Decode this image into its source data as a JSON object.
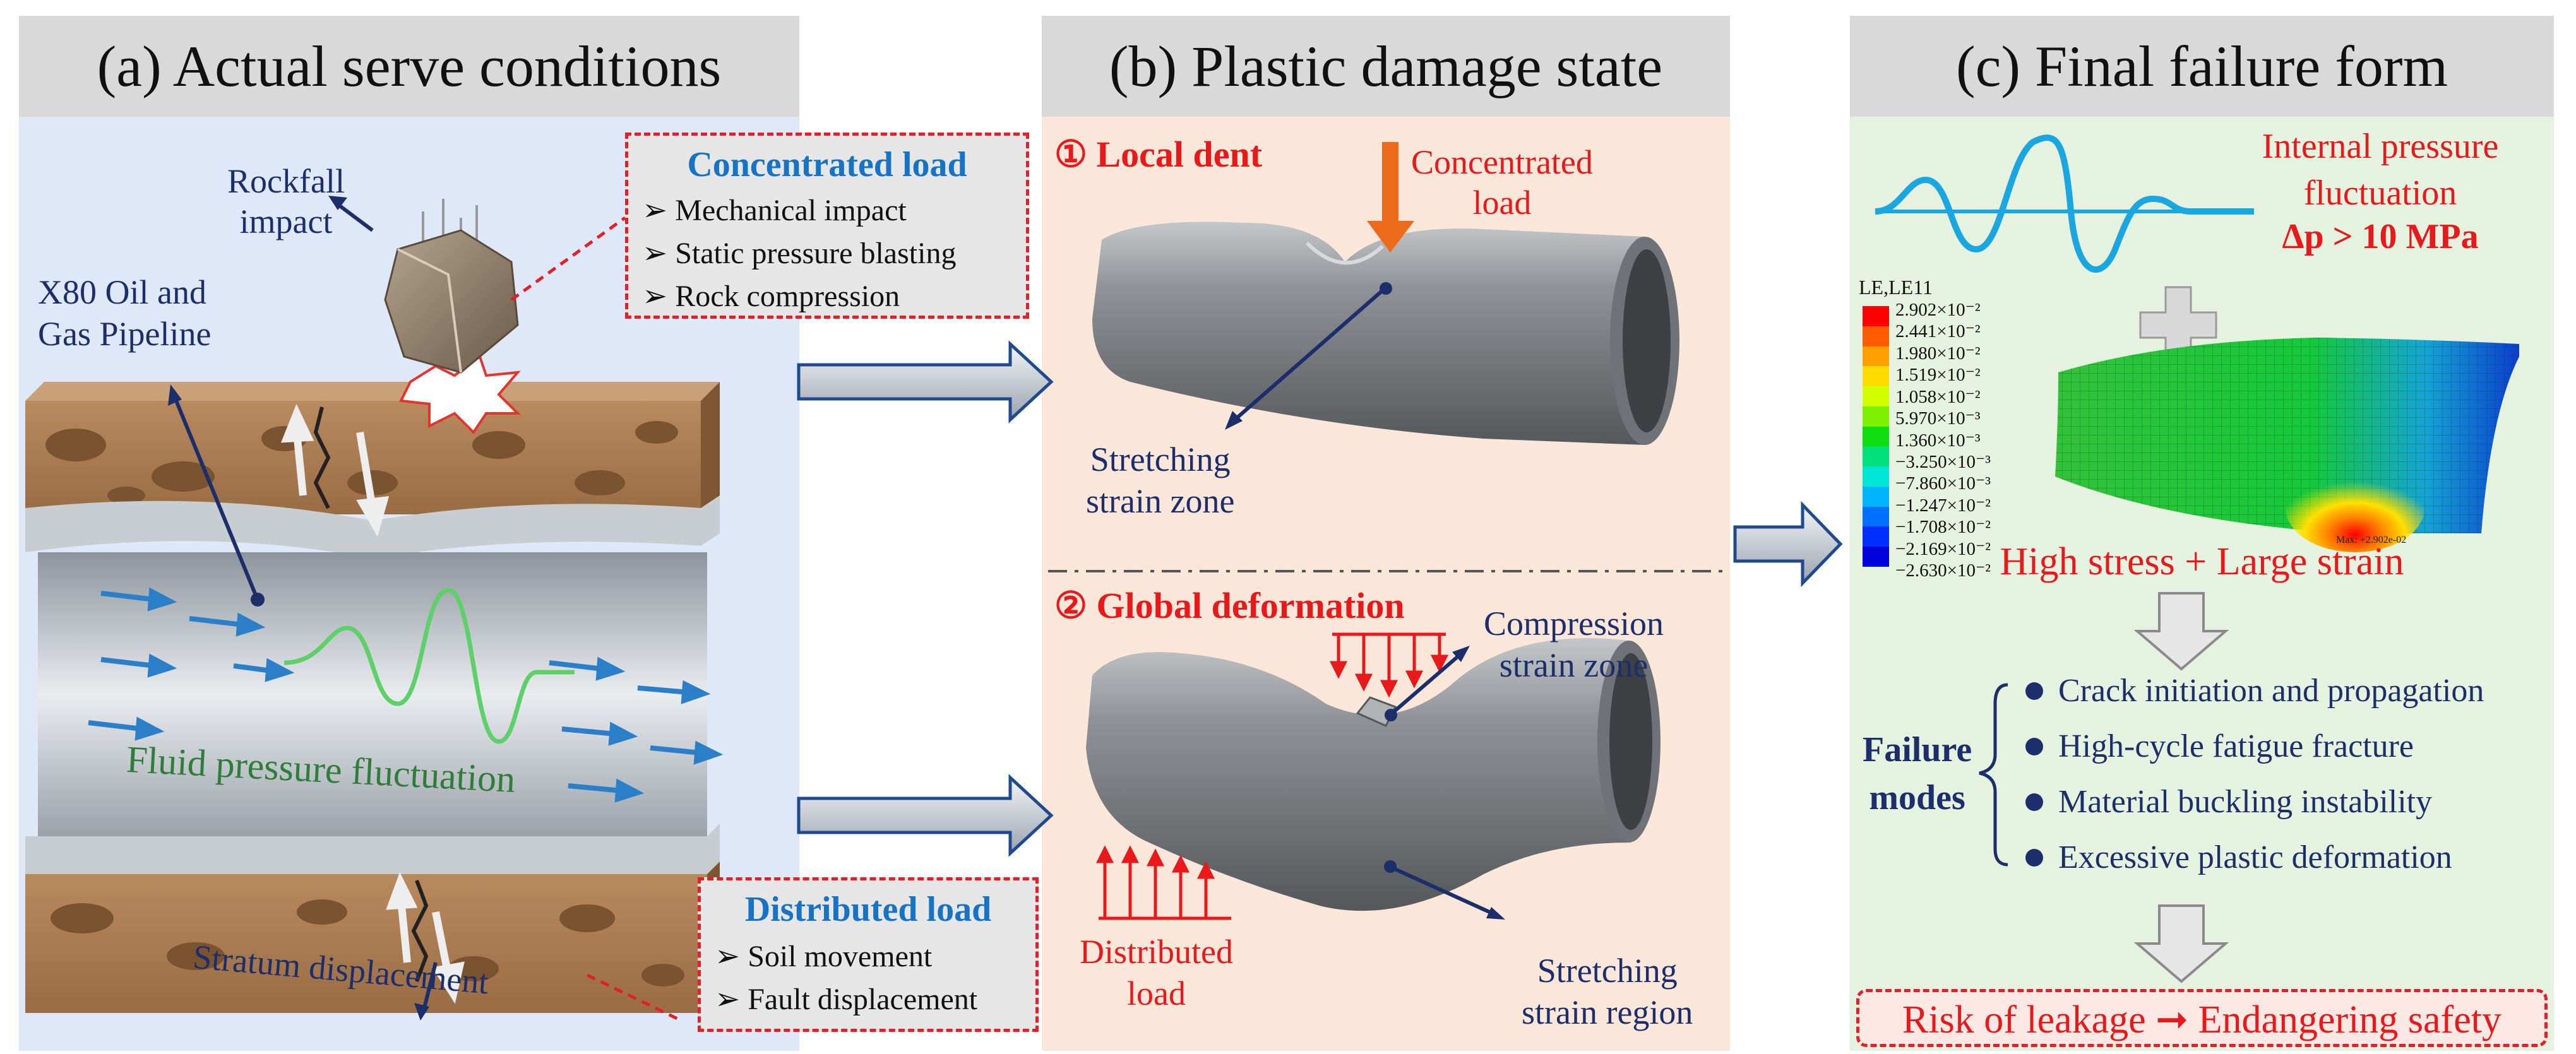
{
  "panel_a": {
    "title": "(a) Actual serve conditions",
    "rockfall": [
      "Rockfall",
      "impact"
    ],
    "pipeline": [
      "X80 Oil and",
      "Gas Pipeline"
    ],
    "fluid": "Fluid pressure fluctuation",
    "stratum": "Stratum displacement",
    "concentrated_box": {
      "title": "Concentrated load",
      "items": [
        "➢ Mechanical impact",
        "➢ Static pressure blasting",
        "➢ Rock compression"
      ]
    },
    "distributed_box": {
      "title": "Distributed load",
      "items": [
        "➢ Soil movement",
        "➢ Fault displacement"
      ]
    }
  },
  "panel_b": {
    "title": "(b) Plastic damage state",
    "local_dent": "① Local dent",
    "concentrated": [
      "Concentrated",
      "load"
    ],
    "stretching_zone": [
      "Stretching",
      "strain zone"
    ],
    "global_def": "② Global deformation",
    "compression_zone": [
      "Compression",
      "strain zone"
    ],
    "distributed": [
      "Distributed",
      "load"
    ],
    "stretching_region": [
      "Stretching",
      "strain region"
    ]
  },
  "panel_c": {
    "title": "(c) Final failure form",
    "internal": [
      "Internal pressure",
      "fluctuation"
    ],
    "dp": "Δp > 10 MPa",
    "legend_title": "LE,LE11",
    "legend_values": [
      "2.902×10⁻²",
      "2.441×10⁻²",
      "1.980×10⁻²",
      "1.519×10⁻²",
      "1.058×10⁻²",
      "5.970×10⁻³",
      "1.360×10⁻³",
      "−3.250×10⁻³",
      "−7.860×10⁻³",
      "−1.247×10⁻²",
      "−1.708×10⁻²",
      "−2.169×10⁻²",
      "−2.630×10⁻²"
    ],
    "legend_colors": [
      "#ff0000",
      "#ff5a00",
      "#ffa000",
      "#ffdc00",
      "#d2ff00",
      "#7df000",
      "#10dd10",
      "#00e07a",
      "#00e6d6",
      "#00b4ff",
      "#0070ff",
      "#0030ff",
      "#0000dd"
    ],
    "max_label": "Max: +2.902e-02",
    "high_stress": "High stress + Large strain",
    "failure_modes": [
      "Failure",
      "modes"
    ],
    "modes": [
      "Crack initiation and propagation",
      "High-cycle fatigue fracture",
      "Material buckling instability",
      "Excessive plastic deformation"
    ],
    "risk": "Risk of leakage ➞ Endangering safety"
  }
}
